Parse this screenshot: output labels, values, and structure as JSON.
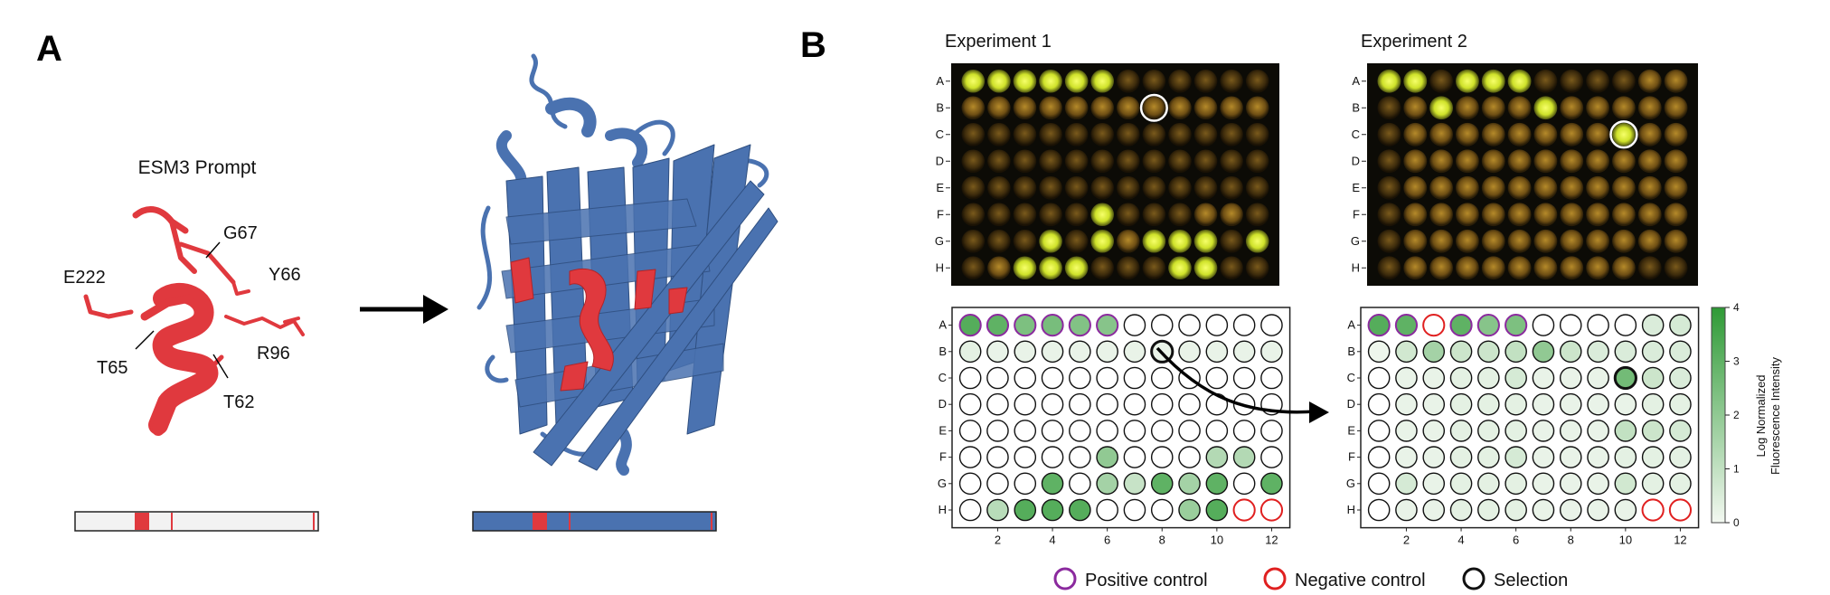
{
  "panel_a": {
    "letter": "A",
    "prompt_title": "ESM3 Prompt",
    "residues": [
      "G67",
      "Y66",
      "E222",
      "T65",
      "R96",
      "T62"
    ]
  },
  "panel_b": {
    "letter": "B",
    "experiment1_title": "Experiment 1",
    "experiment2_title": "Experiment 2",
    "row_labels": [
      "A",
      "B",
      "C",
      "D",
      "E",
      "F",
      "G",
      "H"
    ],
    "col_tick_labels": [
      "2",
      "4",
      "6",
      "8",
      "10",
      "12"
    ],
    "colorbar": {
      "title_line1": "Log Normalized",
      "title_line2": "Fluorescence Intensity",
      "ticks": [
        "0",
        "1",
        "2",
        "3",
        "4"
      ]
    },
    "legend": {
      "positive": "Positive control",
      "negative": "Negative control",
      "selection": "Selection"
    }
  },
  "colors": {
    "ribbon_red": "#e0393e",
    "ribbon_blue": "#4a72b0",
    "positive_control": "#8b2a9e",
    "negative_control": "#e02020",
    "selection": "#111111",
    "fluor_max": "#2e9a35"
  },
  "chart_data": [
    {
      "type": "heatmap",
      "name": "Experiment 1",
      "rows": [
        "A",
        "B",
        "C",
        "D",
        "E",
        "F",
        "G",
        "H"
      ],
      "cols": [
        1,
        2,
        3,
        4,
        5,
        6,
        7,
        8,
        9,
        10,
        11,
        12
      ],
      "values": [
        [
          3.2,
          3.0,
          2.4,
          2.5,
          2.3,
          2.2,
          0,
          0,
          0,
          0,
          0,
          0
        ],
        [
          0.3,
          0.2,
          0.2,
          0.2,
          0.2,
          0.2,
          0.2,
          0.2,
          0.2,
          0.2,
          0.2,
          0.2
        ],
        [
          0,
          0,
          0,
          0,
          0,
          0,
          0,
          0,
          0,
          0,
          0,
          0
        ],
        [
          0,
          0,
          0,
          0,
          0,
          0,
          0,
          0,
          0,
          0,
          0,
          0
        ],
        [
          0,
          0,
          0,
          0,
          0,
          0,
          0,
          0,
          0,
          0,
          0,
          0
        ],
        [
          0,
          0,
          0,
          0,
          0,
          2.0,
          0,
          0,
          0,
          1.3,
          1.3,
          0
        ],
        [
          0,
          0,
          0,
          3.0,
          0,
          1.6,
          0.9,
          3.0,
          1.6,
          3.0,
          0,
          3.0
        ],
        [
          0,
          1.2,
          3.2,
          3.2,
          3.2,
          0,
          0,
          0,
          1.8,
          3.2,
          0,
          0
        ]
      ],
      "positive_controls": [
        "A1",
        "A2",
        "A3",
        "A4",
        "A5",
        "A6"
      ],
      "negative_controls": [
        "H11",
        "H12"
      ],
      "selection": [
        "B8"
      ],
      "colorbar_range": [
        0,
        4
      ]
    },
    {
      "type": "heatmap",
      "name": "Experiment 2",
      "rows": [
        "A",
        "B",
        "C",
        "D",
        "E",
        "F",
        "G",
        "H"
      ],
      "cols": [
        1,
        2,
        3,
        4,
        5,
        6,
        7,
        8,
        9,
        10,
        11,
        12
      ],
      "values": [
        [
          3.2,
          3.0,
          0,
          3.0,
          2.2,
          2.4,
          0,
          0,
          0,
          0,
          0.5,
          0.6
        ],
        [
          0.1,
          0.7,
          1.6,
          0.8,
          0.8,
          1.0,
          2.0,
          0.8,
          0.5,
          0.5,
          0.5,
          0.5
        ],
        [
          0,
          0.2,
          0.2,
          0.3,
          0.3,
          0.6,
          0.2,
          0.2,
          0.2,
          2.6,
          0.8,
          0.5
        ],
        [
          0,
          0.2,
          0.2,
          0.3,
          0.3,
          0.3,
          0.2,
          0.2,
          0.2,
          0.2,
          0.3,
          0.3
        ],
        [
          0,
          0.2,
          0.2,
          0.3,
          0.3,
          0.3,
          0.2,
          0.2,
          0.2,
          1.0,
          0.8,
          0.6
        ],
        [
          0,
          0.2,
          0.2,
          0.3,
          0.3,
          0.6,
          0.2,
          0.2,
          0.2,
          0.3,
          0.3,
          0.3
        ],
        [
          0,
          0.6,
          0.2,
          0.3,
          0.3,
          0.3,
          0.2,
          0.2,
          0.2,
          0.7,
          0.3,
          0.3
        ],
        [
          0,
          0.2,
          0.2,
          0.3,
          0.3,
          0.3,
          0.2,
          0.2,
          0.2,
          0.2,
          0,
          0
        ]
      ],
      "positive_controls": [
        "A1",
        "A2",
        "A4",
        "A5",
        "A6"
      ],
      "negative_controls": [
        "A3",
        "H11",
        "H12"
      ],
      "selection": [
        "C10"
      ],
      "colorbar_range": [
        0,
        4
      ]
    }
  ]
}
